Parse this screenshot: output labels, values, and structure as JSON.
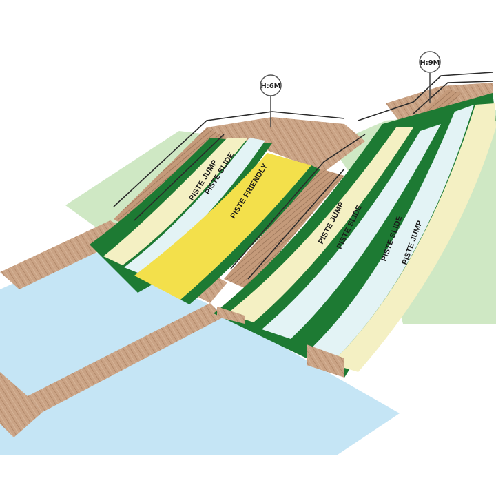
{
  "colors": {
    "green": "#1d7a33",
    "cream": "#f4f0c3",
    "light_blue": "#e3f3f5",
    "yellow": "#f3e04b",
    "water": "#c5e5f5",
    "ground": "#cfe8c4",
    "deck": "#caa385",
    "railing": "#2a2a2a"
  },
  "height_markers": {
    "low": "H:6M",
    "high": "H:9M"
  },
  "lanes": {
    "small_jump": "PISTE JUMP",
    "small_slide": "PISTE SLIDE",
    "friendly": "PISTE FRIENDLY",
    "big_jump_left": "PISTE JUMP",
    "big_slide_left": "PISTE SLIDE",
    "big_slide_right": "PISTE SLIDE",
    "big_jump_right": "PISTE JUMP"
  }
}
